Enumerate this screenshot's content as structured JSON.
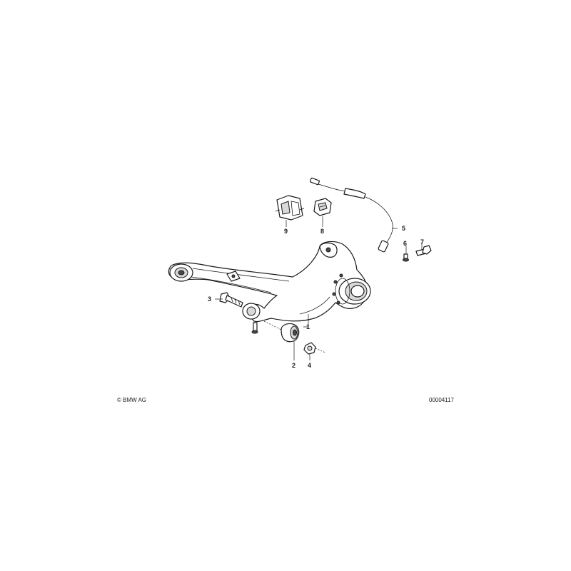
{
  "callouts": [
    {
      "id": "1",
      "text": "1"
    },
    {
      "id": "2",
      "text": "2"
    },
    {
      "id": "3",
      "text": "3"
    },
    {
      "id": "4",
      "text": "4"
    },
    {
      "id": "5",
      "text": "5"
    },
    {
      "id": "6",
      "text": "6"
    },
    {
      "id": "7",
      "text": "7"
    },
    {
      "id": "8",
      "text": "8"
    },
    {
      "id": "9",
      "text": "9"
    }
  ],
  "footer": {
    "copyright": "© BMW AG",
    "diagram_number": "00004117"
  }
}
